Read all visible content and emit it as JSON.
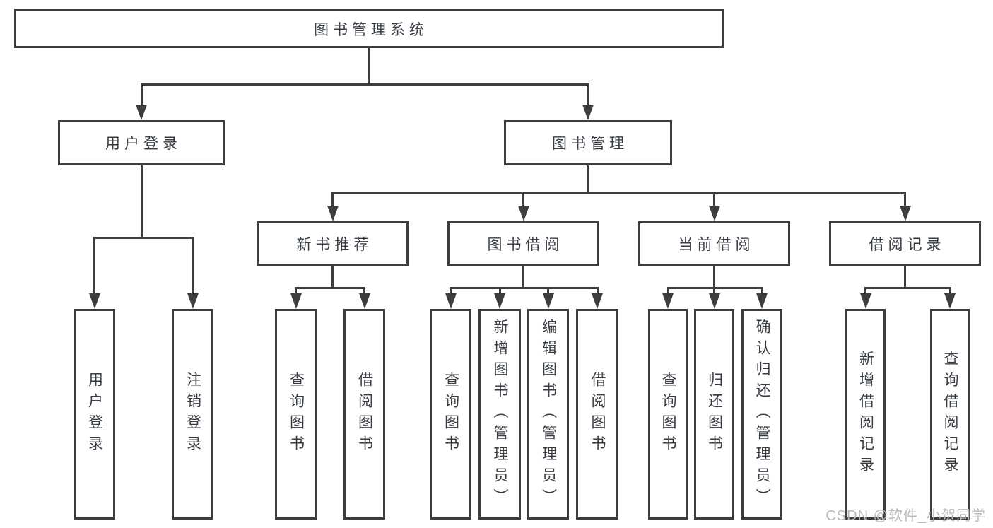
{
  "diagram": {
    "title_note": "functional structure tree of a library management system",
    "root": {
      "label": "图书管理系统"
    },
    "branches": [
      {
        "label": "用户登录",
        "children": [
          {
            "label": "用户登录"
          },
          {
            "label": "注销登录"
          }
        ]
      },
      {
        "label": "图书管理",
        "children": [
          {
            "label": "新书推荐",
            "children": [
              {
                "label": "查询图书"
              },
              {
                "label": "借阅图书"
              }
            ]
          },
          {
            "label": "图书借阅",
            "children": [
              {
                "label": "查询图书"
              },
              {
                "label": "新增图书（管理员）"
              },
              {
                "label": "编辑图书（管理员）"
              },
              {
                "label": "借阅图书"
              }
            ]
          },
          {
            "label": "当前借阅",
            "children": [
              {
                "label": "查询图书"
              },
              {
                "label": "归还图书"
              },
              {
                "label": "确认归还（管理员）"
              }
            ]
          },
          {
            "label": "借阅记录",
            "children": [
              {
                "label": "新增借阅记录"
              },
              {
                "label": "查询借阅记录"
              }
            ]
          }
        ]
      }
    ],
    "watermark": {
      "text": "CSDN @软件_小贺同学"
    },
    "colors": {
      "line": "#3d3d3d",
      "text": "#383d44",
      "watermark": "#b9b9b9",
      "background": "#ffffff"
    }
  }
}
